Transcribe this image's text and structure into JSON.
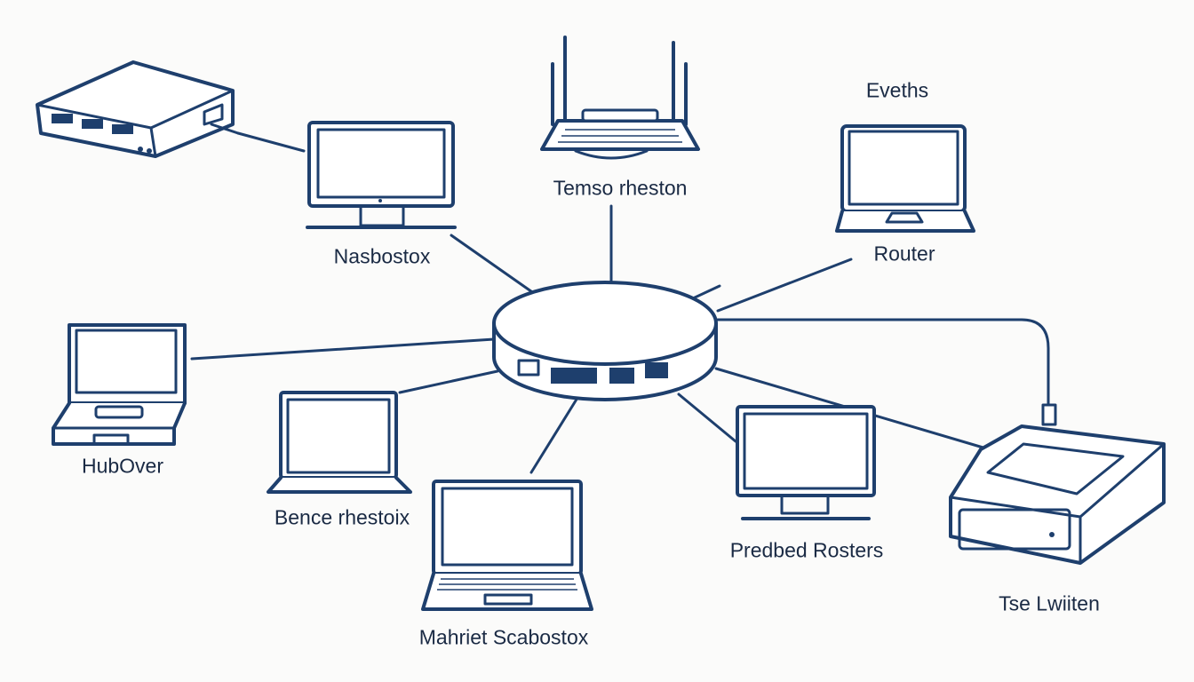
{
  "colors": {
    "line": "#1e3f6d",
    "background": "#fbfbfa",
    "text": "#1a2a44"
  },
  "devices": [
    {
      "id": "wireless-router",
      "label": "Temso rheston",
      "icon": "wireless-router-icon"
    },
    {
      "id": "top-left-monitor",
      "label": "Nasbostox",
      "icon": "desktop-monitor-icon"
    },
    {
      "id": "top-right-laptop",
      "label": "Router",
      "icon": "laptop-icon",
      "caption": "Eveths"
    },
    {
      "id": "left-laptop",
      "label": "HubOver",
      "icon": "laptop-icon"
    },
    {
      "id": "mid-left-laptop",
      "label": "Bence rhestoix",
      "icon": "laptop-icon"
    },
    {
      "id": "bottom-laptop",
      "label": "Mahriet Scabostox",
      "icon": "laptop-icon"
    },
    {
      "id": "right-monitor",
      "label": "Predbed Rosters",
      "icon": "desktop-monitor-icon"
    },
    {
      "id": "modem",
      "label": "Tse Lwiiten",
      "icon": "modem-icon"
    },
    {
      "id": "network-box",
      "label": "",
      "icon": "network-switch-box-icon"
    }
  ],
  "hub": {
    "icon": "central-hub-icon"
  }
}
